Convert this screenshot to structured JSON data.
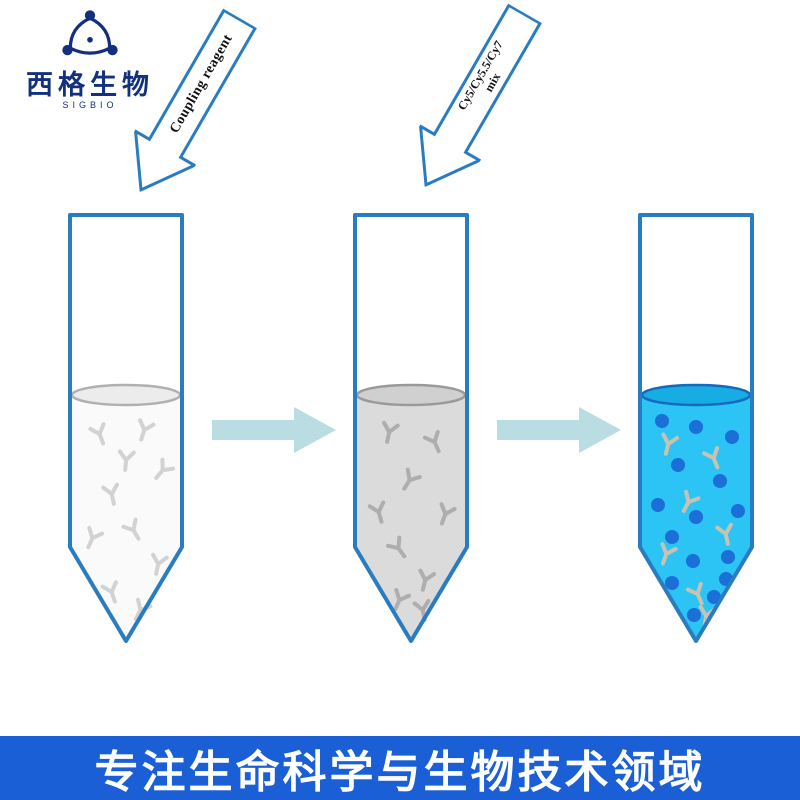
{
  "logo": {
    "cn": "西格生物",
    "en": "SIGBIO",
    "color": "#12307e"
  },
  "arrows": {
    "coupling": {
      "label": "Coupling reagent"
    },
    "dye": {
      "line1": "Cy5/Cy5.5/Cy7",
      "line2": "mix"
    }
  },
  "flow": {
    "color": "#b9dde2"
  },
  "banner": {
    "text": "专注生命科学与生物技术领域",
    "bg": "#1a5fd6",
    "fg": "#ffffff"
  },
  "colors": {
    "tube_outline": "#2a7cc0",
    "arrow_outline": "#2a7cc0"
  },
  "tubes": [
    {
      "name": "antibody-tube",
      "liquid": "#fafafa",
      "surface": "#ececec",
      "rim": "#b0b0b0",
      "antibody": "#d2d2d2",
      "dots": false
    },
    {
      "name": "coupled-antibody-tube",
      "liquid": "#dbdbdb",
      "surface": "#d0d0d0",
      "rim": "#9a9a9a",
      "antibody": "#aeaeae",
      "dots": false
    },
    {
      "name": "dye-labeled-tube",
      "liquid": "#2bc4f4",
      "surface": "#18ade2",
      "rim": "#1569c0",
      "antibody": "#c8c2b2",
      "dots": true,
      "dot_color": "#1b6fd6"
    }
  ]
}
